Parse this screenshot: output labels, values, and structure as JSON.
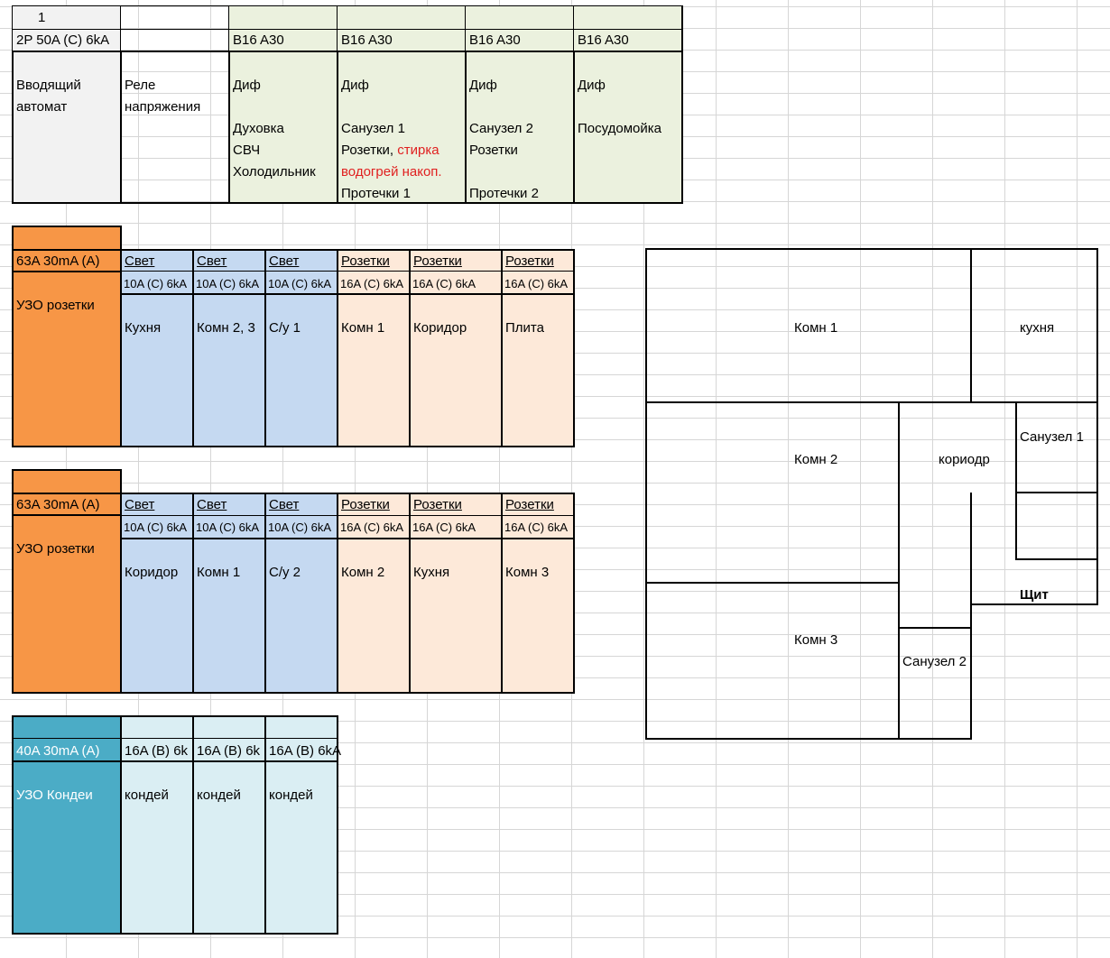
{
  "sheet": {
    "block1": {
      "row1": {
        "a": "1"
      },
      "row2": [
        "2P 50A (C) 6kA",
        "",
        "B16 A30",
        "B16 A30",
        "B16 A30",
        "B16 A30"
      ],
      "col_a": [
        "Вводящий",
        "автомат"
      ],
      "col_b": [
        "Реле",
        "напряжения"
      ],
      "col_c": {
        "type": "Диф",
        "lines": [
          "Духовка",
          "СВЧ",
          "Холодильник"
        ]
      },
      "col_d": {
        "type": "Диф",
        "line1": "Санузел 1",
        "line2_black": "Розетки, ",
        "line2_red": "стирка",
        "line3_red": "водогрей накоп.",
        "line4": "Протечки 1"
      },
      "col_e": {
        "type": "Диф",
        "line1": "Санузел 2",
        "line2": "Розетки",
        "line4": "Протечки 2"
      },
      "col_f": {
        "type": "Диф",
        "line1": "Посудомойка"
      }
    },
    "block2": {
      "rcd": "63A 30mA (A)",
      "rcd_name": "УЗО розетки",
      "headers": [
        "Свет",
        "Свет",
        "Свет",
        "Розетки",
        "Розетки",
        "Розетки"
      ],
      "ratings": [
        "10A (C) 6kA",
        "10A (C) 6kA",
        "10A (C) 6kA",
        "16A (C) 6kA",
        "16A (C) 6kA",
        "16A (C) 6kA"
      ],
      "rooms": [
        "Кухня",
        "Комн 2, 3",
        "С/у 1",
        "Комн 1",
        "Коридор",
        "Плита"
      ]
    },
    "block3": {
      "rcd": "63A 30mA (A)",
      "rcd_name": "УЗО розетки",
      "headers": [
        "Свет",
        "Свет",
        "Свет",
        "Розетки",
        "Розетки",
        "Розетки"
      ],
      "ratings": [
        "10A (C) 6kA",
        "10A (C) 6kA",
        "10A (C) 6kA",
        "16A (C) 6kA",
        "16A (C) 6kA",
        "16A (C) 6kA"
      ],
      "rooms": [
        "Коридор",
        "Комн 1",
        "С/у 2",
        "Комн 2",
        "Кухня",
        "Комн 3"
      ]
    },
    "block4": {
      "rcd": "40A 30mA (A)",
      "rcd_name": "УЗО Кондеи",
      "ratings": [
        "16A (B) 6k",
        "16A (B) 6k",
        "16A (B) 6kA"
      ],
      "rooms": [
        "кондей",
        "кондей",
        "кондей"
      ]
    },
    "plan": {
      "rooms": [
        "Комн 1",
        "кухня",
        "Комн 2",
        "кориодр",
        "Санузел 1",
        "Щит",
        "Комн 3",
        "Санузел 2"
      ]
    },
    "colors": {
      "green": "#ebf1de",
      "grey": "#f2f2f2",
      "orange": "#f79646",
      "blue": "#c5d9f1",
      "peach": "#fde9d9",
      "teal": "#4bacc6",
      "lightteal": "#daeef3"
    }
  }
}
